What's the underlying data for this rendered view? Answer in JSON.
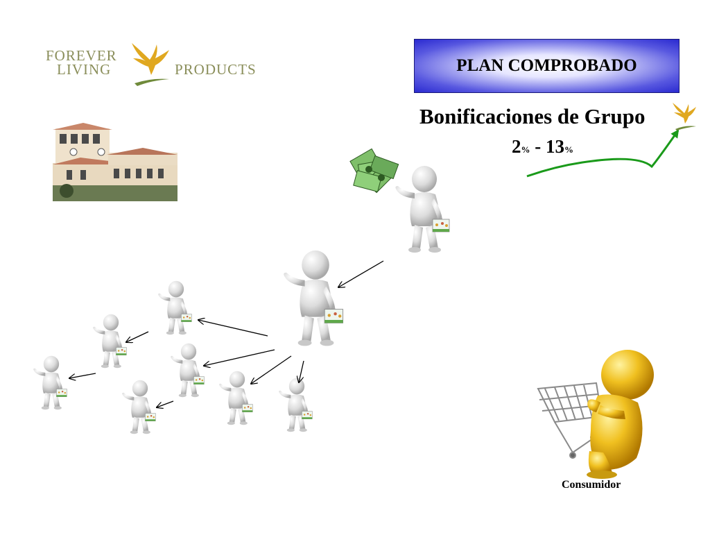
{
  "logo": {
    "line1": "FOREVER",
    "line2": "LIVING",
    "line3": "PRODUCTS"
  },
  "plan_label": "PLAN COMPROBADO",
  "bonus": {
    "title": "Bonificaciones de Grupo",
    "value_low": "2",
    "low_unit": "%",
    "separator": " - ",
    "value_high": "13",
    "high_unit": "%"
  },
  "consumer_label": "Consumidor",
  "colors": {
    "plan_blue": "#2a2ad0",
    "trend_green": "#1a9a1a",
    "gold": "#e0b020",
    "logo_text": "#8a8e5a"
  },
  "icons": [
    "eagle-icon",
    "building-image",
    "money-icon",
    "person-figure",
    "shopping-cart-icon"
  ]
}
